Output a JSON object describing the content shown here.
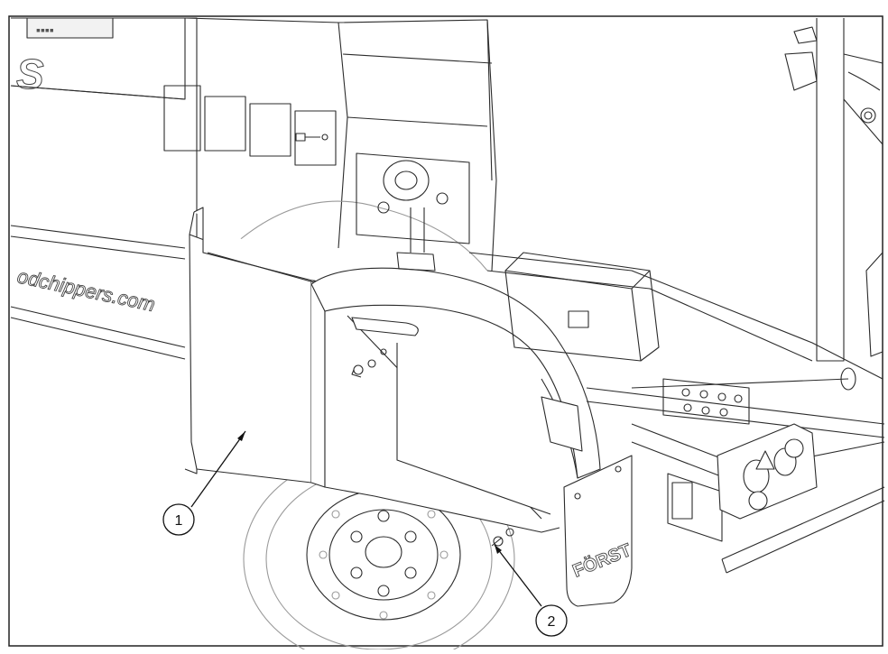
{
  "diagram": {
    "fragment_header": "▪▪▪▪",
    "brand_letters": "S",
    "website": "odchippers.com",
    "mudflap_brand": "FÖRST",
    "callouts": [
      {
        "number": "1",
        "target": "side-panel"
      },
      {
        "number": "2",
        "target": "mounting-bolt"
      }
    ]
  },
  "colors": {
    "line": "#2b2b2b",
    "light_line": "#9a9a9a",
    "fill": "#ffffff",
    "shade": "#eeeeee"
  }
}
